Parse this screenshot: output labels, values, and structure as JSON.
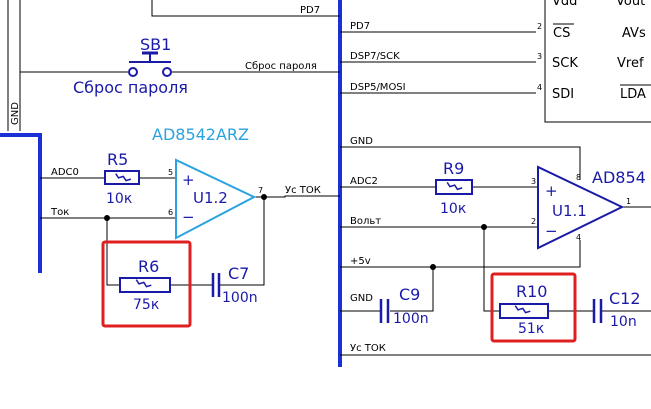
{
  "nets": {
    "pd7_top": "PD7",
    "pd7": "PD7",
    "dsp7": "DSP7/SCK",
    "dsp5": "DSP5/MOSI",
    "reset": "Сброс пароля",
    "gnd_left": "GND",
    "gnd_mid": "GND",
    "gnd_c9": "GND",
    "adc0": "ADC0",
    "tok": "Ток",
    "us_tok_left": "Ус ТОК",
    "us_tok_bottom": "Ус ТОК",
    "adc2": "ADC2",
    "volt": "Вольт",
    "plus5v": "+5v"
  },
  "ic_pins": {
    "cs": "CS",
    "sck": "SCK",
    "sdi": "SDI",
    "vdd": "Vdd",
    "vout": "Vout",
    "avs": "AVs",
    "vref": "Vref",
    "lda": "LDA",
    "n2": "2",
    "n3": "3",
    "n4": "4"
  },
  "switch": {
    "ref": "SB1",
    "label": "Сброс пароля"
  },
  "chips": {
    "left": "AD8542ARZ",
    "right": "AD854"
  },
  "opamps": {
    "u12": {
      "ref": "U1.2",
      "plus": "+",
      "minus": "−",
      "p5": "5",
      "p6": "6",
      "p7": "7"
    },
    "u11": {
      "ref": "U1.1",
      "plus": "+",
      "minus": "−",
      "p3": "3",
      "p2": "2",
      "p1": "1",
      "p4": "4",
      "p8": "8"
    }
  },
  "resistors": {
    "r5": {
      "ref": "R5",
      "value": "10к"
    },
    "r6": {
      "ref": "R6",
      "value": "75к"
    },
    "r9": {
      "ref": "R9",
      "value": "10к"
    },
    "r10": {
      "ref": "R10",
      "value": "51к"
    }
  },
  "capacitors": {
    "c7": {
      "ref": "C7",
      "value": "100n"
    },
    "c9": {
      "ref": "C9",
      "value": "100n"
    },
    "c12": {
      "ref": "C12",
      "value": "10n"
    }
  },
  "colors": {
    "wire": "#000000",
    "bus": "#1a2fd6",
    "symbol": "#1a1aa8",
    "highlight": "#e02020",
    "chip_label": "#2aa3e0"
  }
}
